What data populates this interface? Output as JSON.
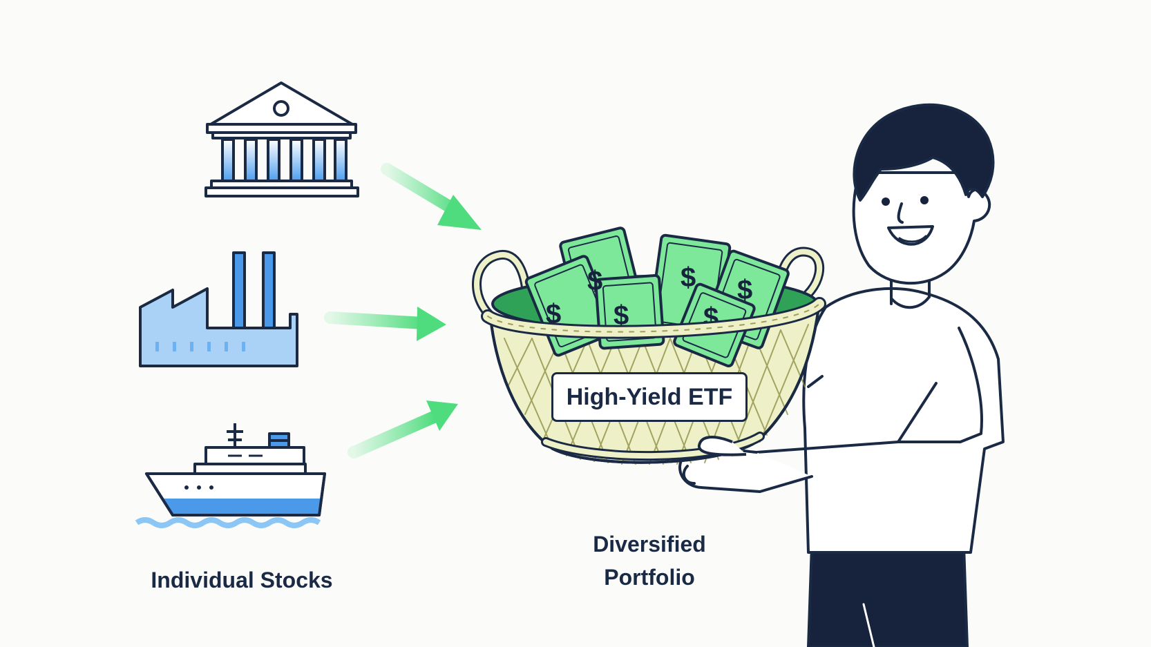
{
  "labels": {
    "left_caption": "Individual Stocks",
    "right_caption_line1": "Diversified",
    "right_caption_line2": "Portfolio",
    "basket_label": "High-Yield ETF"
  },
  "colors": {
    "ink": "#1b2a44",
    "blue": "#5aa6f0",
    "light_blue": "#a9d2f6",
    "green": "#5fe08a",
    "money_green": "#7de89a",
    "basket": "#eef0c8"
  },
  "icons": [
    "bank-building-icon",
    "factory-icon",
    "ship-icon",
    "person",
    "basket",
    "dollar-bill-icon"
  ]
}
